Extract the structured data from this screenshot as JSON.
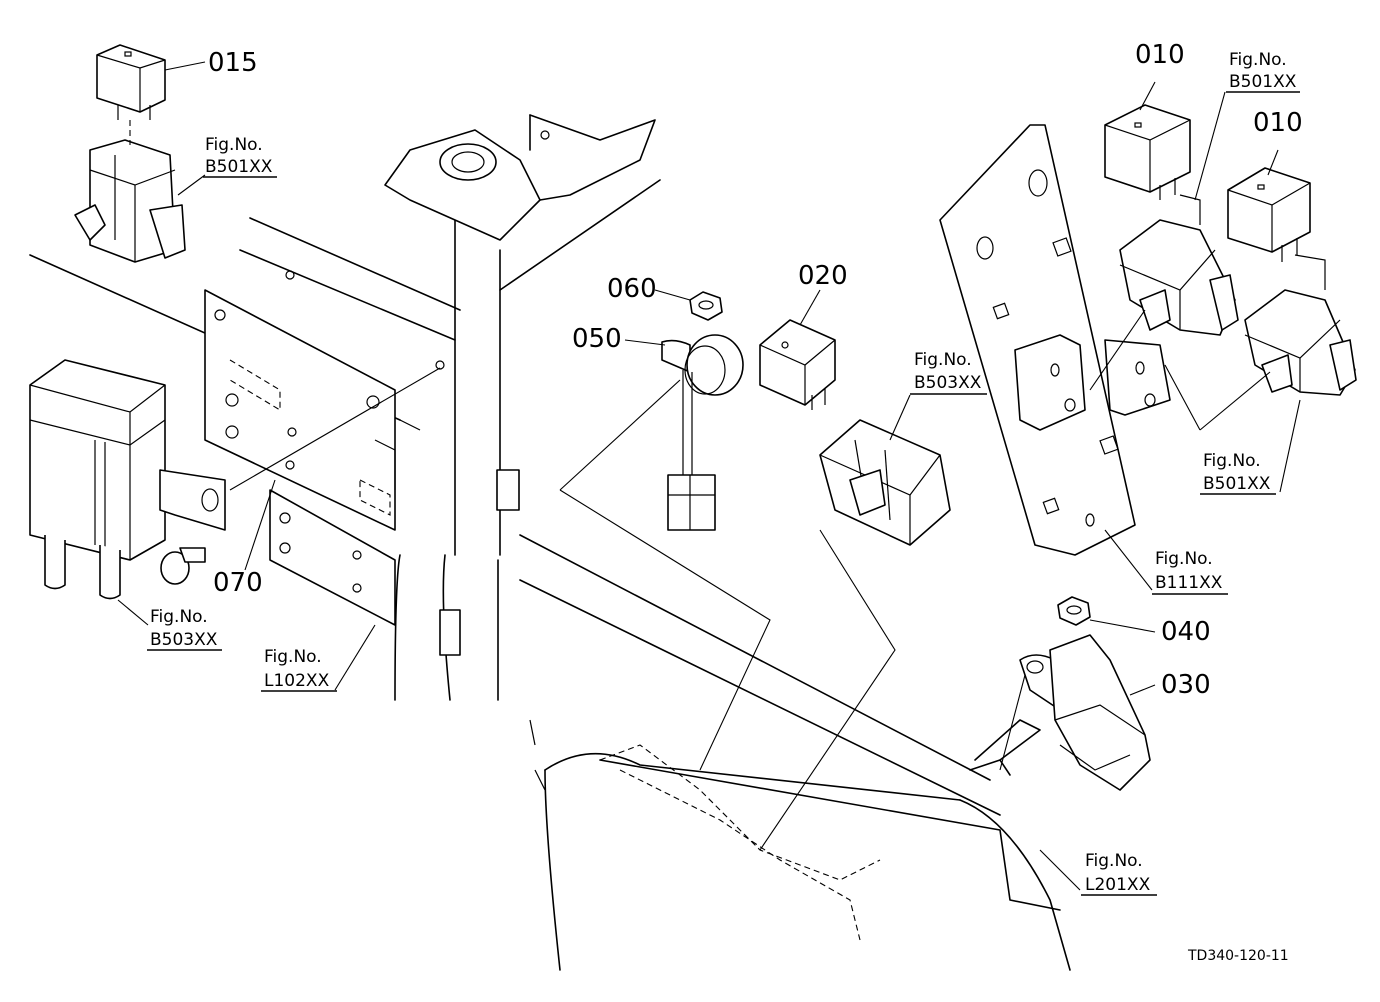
{
  "part_numbers": {
    "p015": "015",
    "p010a": "010",
    "p010b": "010",
    "p060": "060",
    "p050": "050",
    "p020": "020",
    "p070": "070",
    "p040": "040",
    "p030": "030"
  },
  "figure_refs": {
    "fig_label": "Fig.No.",
    "b501_top_left": "B501XX",
    "b501_top_right": "B501XX",
    "b501_right": "B501XX",
    "b503_center": "B503XX",
    "b503_left": "B503XX",
    "b111": "B111XX",
    "l102": "L102XX",
    "l201": "L201XX"
  },
  "drawing_code": "TD340-120-11"
}
